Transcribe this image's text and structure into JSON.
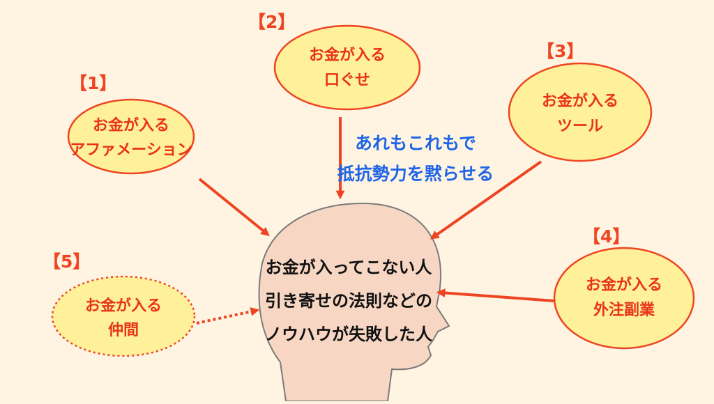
{
  "colors": {
    "background": "#FFF4E2",
    "bubble_fill": "#FFF09A",
    "accent": "#EE4422",
    "head_fill": "#F7D7C4",
    "head_stroke": "#7A7A7A",
    "center_text": "#111111",
    "note_text": "#1E64E6"
  },
  "center": {
    "icon": "human-head-profile",
    "lines": [
      "お金が入ってこない人",
      "引き寄せの法則などの",
      "ノウハウが失敗した人"
    ]
  },
  "note": {
    "lines": [
      "あれもこれもで",
      "抵抗勢力を黙らせる"
    ]
  },
  "items": [
    {
      "number": "【1】",
      "line1": "お金が入る",
      "line2": "アファメーション",
      "border": "solid"
    },
    {
      "number": "【2】",
      "line1": "お金が入る",
      "line2": "口ぐせ",
      "border": "solid"
    },
    {
      "number": "【3】",
      "line1": "お金が入る",
      "line2": "ツール",
      "border": "solid"
    },
    {
      "number": "【4】",
      "line1": "お金が入る",
      "line2": "外注副業",
      "border": "solid"
    },
    {
      "number": "【5】",
      "line1": "お金が入る",
      "line2": "仲間",
      "border": "dotted"
    }
  ]
}
